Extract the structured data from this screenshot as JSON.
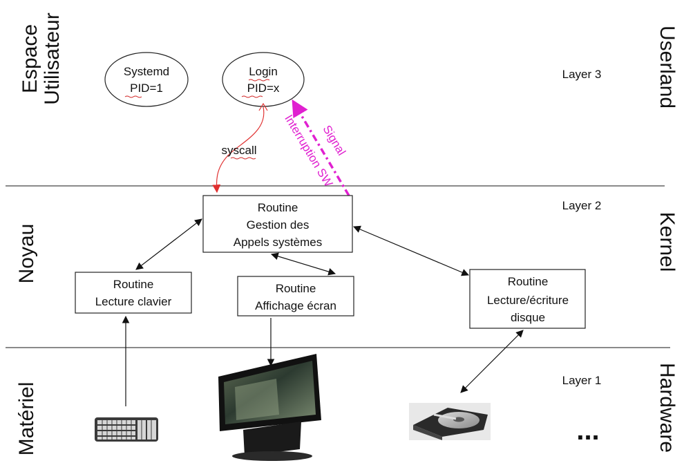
{
  "zones": [
    {
      "left_label_lines": [
        "Espace",
        "Utilisateur"
      ],
      "right_label": "Userland",
      "layer": "Layer 3"
    },
    {
      "left_label_lines": [
        "Noyau"
      ],
      "right_label": "Kernel",
      "layer": "Layer 2"
    },
    {
      "left_label_lines": [
        "Matériel"
      ],
      "right_label": "Hardware",
      "layer": "Layer 1"
    }
  ],
  "processes": {
    "systemd": {
      "name": "Systemd",
      "pid": "PID=1"
    },
    "login": {
      "name": "Login",
      "pid": "PID=x"
    }
  },
  "routines": {
    "gestion": [
      "Routine",
      "Gestion des",
      "Appels systèmes"
    ],
    "clavier": [
      "Routine",
      "Lecture clavier"
    ],
    "ecran": [
      "Routine",
      "Affichage écran"
    ],
    "disque": [
      "Routine",
      "Lecture/écriture",
      "disque"
    ]
  },
  "arrows": {
    "syscall": "syscall",
    "signal": "Signal",
    "interruption": "Interruption SW"
  },
  "hardware": {
    "ellipsis": "..."
  },
  "colors": {
    "syscall_arrow": "#e03030",
    "signal_arrow": "#e020d0",
    "squiggle": "#d02020"
  }
}
